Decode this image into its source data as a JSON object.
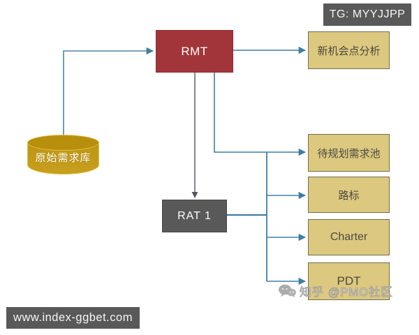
{
  "badges": {
    "tg_label": "TG: MYYJJPP",
    "site_label": "www.index-ggbet.com"
  },
  "nodes": {
    "source_db": "原始需求库",
    "rmt": "RMT",
    "rat1": "RAT 1",
    "opportunity": "新机会点分析",
    "pool": "待规划需求池",
    "roadmap": "路标",
    "charter": "Charter",
    "pdt": "PDT"
  },
  "edges": [
    {
      "from": "source_db",
      "to": "rmt",
      "style": "teal-arrow"
    },
    {
      "from": "rmt",
      "to": "opportunity",
      "style": "teal-arrow"
    },
    {
      "from": "rmt",
      "to": "rat1",
      "style": "dark-arrow"
    },
    {
      "from": "rmt",
      "to": "pool",
      "style": "teal-arrow"
    },
    {
      "from": "branch",
      "to": "roadmap",
      "style": "teal-arrow"
    },
    {
      "from": "branch",
      "to": "charter",
      "style": "teal-arrow"
    },
    {
      "from": "branch",
      "to": "pdt",
      "style": "teal-arrow"
    },
    {
      "from": "rat1",
      "to": "branch",
      "style": "teal-line"
    }
  ],
  "watermark": {
    "icon": "wechat-icon",
    "text": "知乎 @PMO社区"
  },
  "colors": {
    "connector_teal": "#3F7EA2",
    "connector_dark": "#54545E",
    "rmt_red": "#A23539",
    "rat_gray": "#595959",
    "flow_box_fill": "#DCC87E",
    "flow_box_border": "#6E6E54",
    "cylinder_gold": "#C0981A",
    "badge_bg": "#595959",
    "background": "#ffffff"
  }
}
